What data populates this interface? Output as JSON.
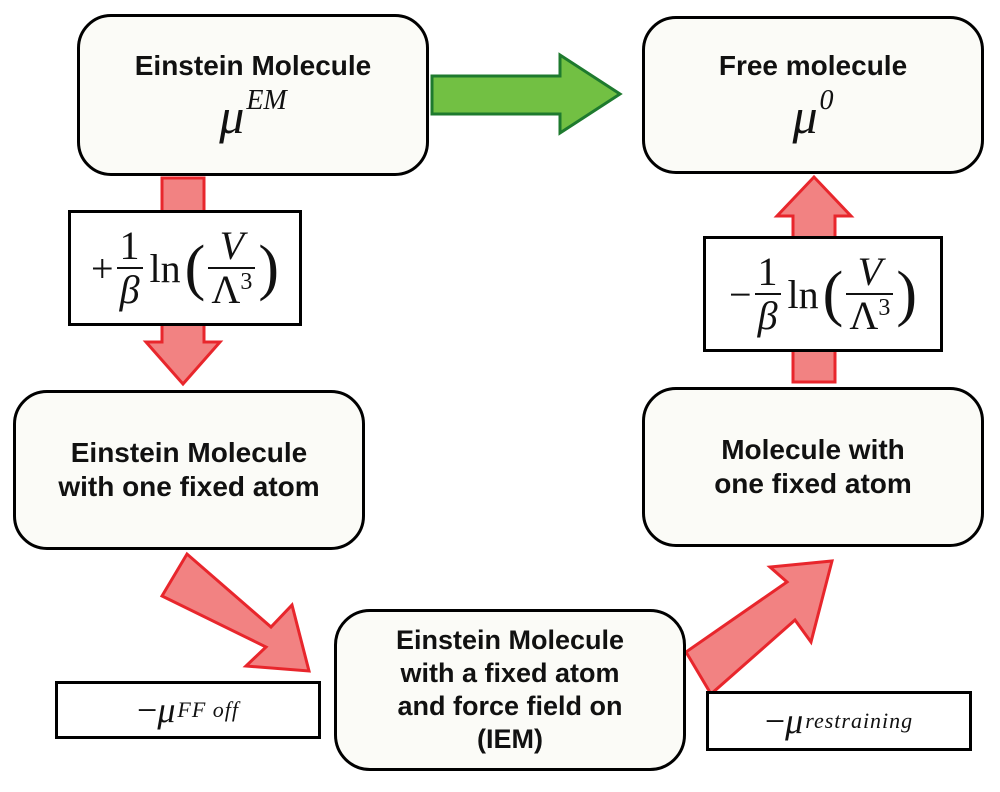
{
  "nodes": {
    "einstein": {
      "label": "Einstein Molecule",
      "symbol_base": "μ",
      "symbol_sup": "EM"
    },
    "free": {
      "label": "Free molecule",
      "symbol_base": "μ",
      "symbol_sup": "0"
    },
    "em_fixed": {
      "label": "Einstein Molecule\nwith one fixed atom"
    },
    "mol_fixed": {
      "label": "Molecule with\none fixed atom"
    },
    "iem": {
      "label": "Einstein Molecule\nwith a fixed atom\nand force field on\n(IEM)"
    }
  },
  "formulas": {
    "left_translation": {
      "sign": "+",
      "num": "1",
      "den": "β",
      "fn": "ln",
      "inner_num": "V",
      "inner_den": "Λ",
      "inner_den_sup": "3"
    },
    "right_translation": {
      "sign": "−",
      "num": "1",
      "den": "β",
      "fn": "ln",
      "inner_num": "V",
      "inner_den": "Λ",
      "inner_den_sup": "3"
    },
    "ff_off": {
      "sign": "−",
      "base": "μ",
      "sup": "FF off"
    },
    "restraining": {
      "sign": "−",
      "base": "μ",
      "sup": "restraining"
    }
  },
  "colors": {
    "red_arrow_fill": "#f28282",
    "red_arrow_stroke": "#e8262c",
    "green_arrow_fill": "#72c043",
    "green_arrow_stroke": "#1e7a2e",
    "box_fill": "#fbfbf7"
  }
}
